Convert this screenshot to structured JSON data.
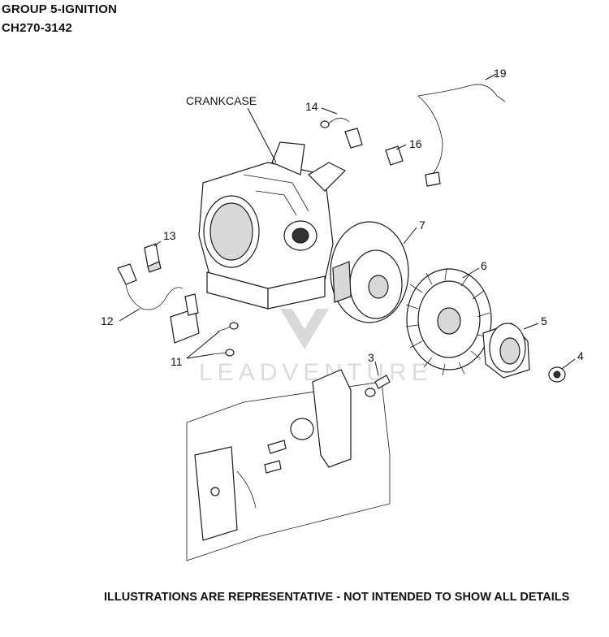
{
  "header": {
    "group_title": "GROUP 5-IGNITION",
    "model": "CH270-3142"
  },
  "footer": {
    "note": "ILLUSTRATIONS ARE REPRESENTATIVE - NOT INTENDED TO SHOW ALL DETAILS"
  },
  "watermark": {
    "text": "LEADVENTURE"
  },
  "callouts": {
    "crankcase": "CRANKCASE",
    "c3": "3",
    "c4": "4",
    "c5": "5",
    "c6": "6",
    "c7": "7",
    "c11": "11",
    "c12": "12",
    "c13": "13",
    "c14": "14",
    "c16": "16",
    "c19": "19"
  }
}
